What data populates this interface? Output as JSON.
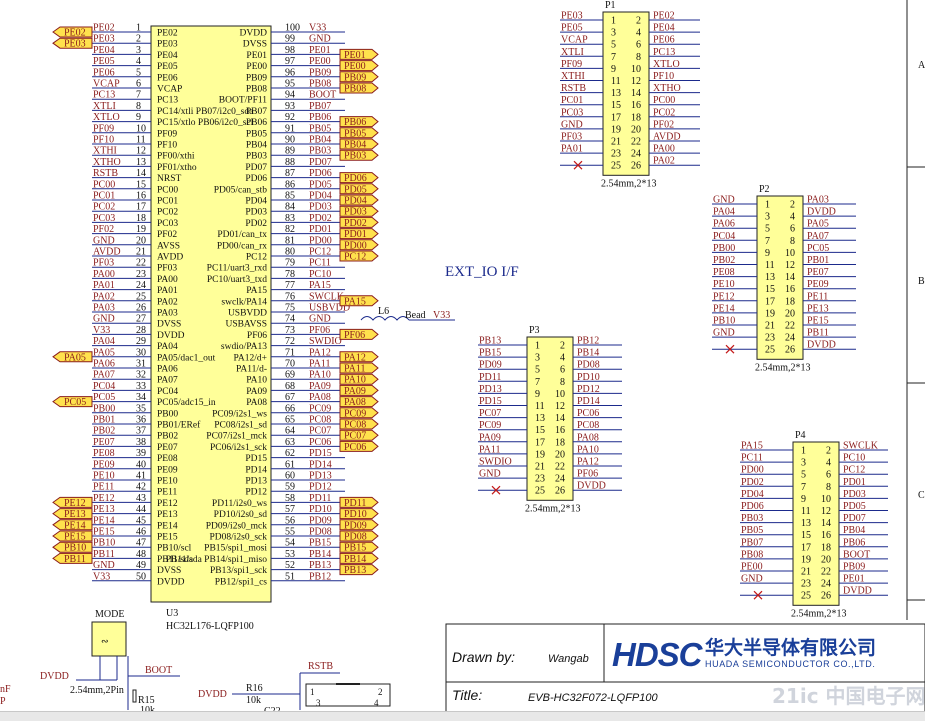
{
  "u3": {
    "ref": "U3",
    "part": "HC32L176-LQFP100",
    "left_pins": [
      [
        "PE02",
        "PE02"
      ],
      [
        "PE03",
        "PE03"
      ],
      [
        "PE04",
        "PE04"
      ],
      [
        "PE05",
        "PE05"
      ],
      [
        "PE06",
        "PE06"
      ],
      [
        "VCAP",
        "VCAP"
      ],
      [
        "PC13",
        "PC13"
      ],
      [
        "XTLI",
        "PC14/xtli  PB07/i2c0_sda"
      ],
      [
        "XTLO",
        "PC15/xtlo  PB06/i2c0_scl"
      ],
      [
        "PF09",
        "PF09"
      ],
      [
        "PF10",
        "PF10"
      ],
      [
        "XTHI",
        "PF00/xthi"
      ],
      [
        "XTHO",
        "PF01/xtho"
      ],
      [
        "RSTB",
        "NRST"
      ],
      [
        "PC00",
        "PC00"
      ],
      [
        "PC01",
        "PC01"
      ],
      [
        "PC02",
        "PC02"
      ],
      [
        "PC03",
        "PC03"
      ],
      [
        "PF02",
        "PF02"
      ],
      [
        "GND",
        "AVSS"
      ],
      [
        "AVDD",
        "AVDD"
      ],
      [
        "PF03",
        "PF03"
      ],
      [
        "PA00",
        "PA00"
      ],
      [
        "PA01",
        "PA01"
      ],
      [
        "PA02",
        "PA02"
      ],
      [
        "PA03",
        "PA03"
      ],
      [
        "GND",
        "DVSS"
      ],
      [
        "V33",
        "DVDD"
      ],
      [
        "PA04",
        "PA04"
      ],
      [
        "PA05",
        "PA05/dac1_out"
      ],
      [
        "PA06",
        "PA06"
      ],
      [
        "PA07",
        "PA07"
      ],
      [
        "PC04",
        "PC04"
      ],
      [
        "PC05",
        "PC05/adc15_in"
      ],
      [
        "PB00",
        "PB00"
      ],
      [
        "PB01",
        "PB01/ERef"
      ],
      [
        "PB02",
        "PB02"
      ],
      [
        "PE07",
        "PE07"
      ],
      [
        "PE08",
        "PE08"
      ],
      [
        "PE09",
        "PE09"
      ],
      [
        "PE10",
        "PE10"
      ],
      [
        "PE11",
        "PE11"
      ],
      [
        "PE12",
        "PE12"
      ],
      [
        "PE13",
        "PE13"
      ],
      [
        "PE14",
        "PE14"
      ],
      [
        "PE15",
        "PE15"
      ],
      [
        "PB10",
        "PB10/scl"
      ],
      [
        "PB11",
        "PB11/sda"
      ],
      [
        "GND",
        "DVSS"
      ],
      [
        "V33",
        "DVDD"
      ]
    ],
    "right_pins": [
      [
        "100",
        "V33",
        "DVDD"
      ],
      [
        "99",
        "GND",
        "DVSS"
      ],
      [
        "98",
        "PE01",
        "PE01"
      ],
      [
        "97",
        "PE00",
        "PE00"
      ],
      [
        "96",
        "PB09",
        "PB09"
      ],
      [
        "95",
        "PB08",
        "PB08"
      ],
      [
        "94",
        "BOOT",
        "BOOT/PF11"
      ],
      [
        "93",
        "PB07",
        "PB07"
      ],
      [
        "92",
        "PB06",
        "PB06"
      ],
      [
        "91",
        "PB05",
        "PB05"
      ],
      [
        "90",
        "PB04",
        "PB04"
      ],
      [
        "89",
        "PB03",
        "PB03"
      ],
      [
        "88",
        "PD07",
        "PD07"
      ],
      [
        "87",
        "PD06",
        "PD06"
      ],
      [
        "86",
        "PD05",
        "PD05/can_stb"
      ],
      [
        "85",
        "PD04",
        "PD04"
      ],
      [
        "84",
        "PD03",
        "PD03"
      ],
      [
        "83",
        "PD02",
        "PD02"
      ],
      [
        "82",
        "PD01",
        "PD01/can_tx"
      ],
      [
        "81",
        "PD00",
        "PD00/can_rx"
      ],
      [
        "80",
        "PC12",
        "PC12"
      ],
      [
        "79",
        "PC11",
        "PC11/uart3_rxd"
      ],
      [
        "78",
        "PC10",
        "PC10/uart3_txd"
      ],
      [
        "77",
        "PA15",
        "PA15"
      ],
      [
        "76",
        "SWCLK",
        "swclk/PA14"
      ],
      [
        "75",
        "USBVDD",
        "USBVDD"
      ],
      [
        "74",
        "GND",
        "USBAVSS"
      ],
      [
        "73",
        "PF06",
        "PF06"
      ],
      [
        "72",
        "SWDIO",
        "swdio/PA13"
      ],
      [
        "71",
        "PA12",
        "PA12/d+"
      ],
      [
        "70",
        "PA11",
        "PA11/d-"
      ],
      [
        "69",
        "PA10",
        "PA10"
      ],
      [
        "68",
        "PA09",
        "PA09"
      ],
      [
        "67",
        "PA08",
        "PA08"
      ],
      [
        "66",
        "PC09",
        "PC09/i2s1_ws"
      ],
      [
        "65",
        "PC08",
        "PC08/i2s1_sd"
      ],
      [
        "64",
        "PC07",
        "PC07/i2s1_mck"
      ],
      [
        "63",
        "PC06",
        "PC06/i2s1_sck"
      ],
      [
        "62",
        "PD15",
        "PD15"
      ],
      [
        "61",
        "PD14",
        "PD14"
      ],
      [
        "60",
        "PD13",
        "PD13"
      ],
      [
        "59",
        "PD12",
        "PD12"
      ],
      [
        "58",
        "PD11",
        "PD11/i2s0_ws"
      ],
      [
        "57",
        "PD10",
        "PD10/i2s0_sd"
      ],
      [
        "56",
        "PD09",
        "PD09/i2s0_mck"
      ],
      [
        "55",
        "PD08",
        "PD08/i2s0_sck"
      ],
      [
        "54",
        "PB15",
        "PB15/spi1_mosi"
      ],
      [
        "53",
        "PB14",
        "PB11/sda PB14/spi1_miso"
      ],
      [
        "52",
        "PB13",
        "PB13/spi1_sck"
      ],
      [
        "51",
        "PB12",
        "PB12/spi1_cs"
      ]
    ],
    "left_flags": [
      [
        "PE02",
        1
      ],
      [
        "PE03",
        2
      ],
      [
        "PA05",
        30
      ],
      [
        "PC05",
        34
      ],
      [
        "PE12",
        43
      ],
      [
        "PE13",
        44
      ],
      [
        "PE14",
        45
      ],
      [
        "PE15",
        46
      ],
      [
        "PB10",
        47
      ],
      [
        "PB11",
        48
      ]
    ],
    "right_flags": [
      [
        "PE01",
        98
      ],
      [
        "PE00",
        97
      ],
      [
        "PB09",
        96
      ],
      [
        "PB08",
        95
      ],
      [
        "PB06",
        92
      ],
      [
        "PB05",
        91
      ],
      [
        "PB04",
        90
      ],
      [
        "PB03",
        89
      ],
      [
        "PD06",
        87
      ],
      [
        "PD05",
        86
      ],
      [
        "PD04",
        85
      ],
      [
        "PD03",
        84
      ],
      [
        "PD02",
        83
      ],
      [
        "PD01",
        82
      ],
      [
        "PD00",
        81
      ],
      [
        "PC12",
        80
      ],
      [
        "PA15",
        76
      ],
      [
        "PF06",
        73
      ],
      [
        "PA12",
        71
      ],
      [
        "PA11",
        70
      ],
      [
        "PA10",
        69
      ],
      [
        "PA09",
        68
      ],
      [
        "PA08",
        67
      ],
      [
        "PC09",
        66
      ],
      [
        "PC08",
        65
      ],
      [
        "PC07",
        64
      ],
      [
        "PC06",
        63
      ],
      [
        "PD11",
        58
      ],
      [
        "PD10",
        57
      ],
      [
        "PD09",
        56
      ],
      [
        "PD08",
        55
      ],
      [
        "PB15",
        54
      ],
      [
        "PB14",
        53
      ],
      [
        "PB13",
        52
      ]
    ]
  },
  "bead": {
    "ref": "L6",
    "part": "Bead",
    "net": "V33"
  },
  "ext_io_title": "EXT_IO  I/F",
  "headers": [
    {
      "ref": "P1",
      "size": "2.54mm,2*13",
      "left": [
        "PE03",
        "PE05",
        "VCAP",
        "XTLI",
        "PF09",
        "XTHI",
        "RSTB",
        "PC01",
        "PC03",
        "GND",
        "PF03",
        "PA01",
        ""
      ],
      "right": [
        "PE02",
        "PE04",
        "PE06",
        "PC13",
        "XTLO",
        "PF10",
        "XTHO",
        "PC00",
        "PC02",
        "PF02",
        "AVDD",
        "PA00",
        "PA02"
      ]
    },
    {
      "ref": "P2",
      "size": "2.54mm,2*13",
      "left": [
        "GND",
        "PA04",
        "PA06",
        "PC04",
        "PB00",
        "PB02",
        "PE08",
        "PE10",
        "PE12",
        "PE14",
        "PB10",
        "GND",
        ""
      ],
      "right": [
        "PA03",
        "DVDD",
        "PA05",
        "PA07",
        "PC05",
        "PB01",
        "PE07",
        "PE09",
        "PE11",
        "PE13",
        "PE15",
        "PB11",
        "DVDD"
      ]
    },
    {
      "ref": "P3",
      "size": "2.54mm,2*13",
      "left": [
        "PB13",
        "PB15",
        "PD09",
        "PD11",
        "PD13",
        "PD15",
        "PC07",
        "PC09",
        "PA09",
        "PA11",
        "SWDIO",
        "GND",
        ""
      ],
      "right": [
        "PB12",
        "PB14",
        "PD08",
        "PD10",
        "PD12",
        "PD14",
        "PC06",
        "PC08",
        "PA08",
        "PA10",
        "PA12",
        "PF06",
        "DVDD"
      ]
    },
    {
      "ref": "P4",
      "size": "2.54mm,2*13",
      "left": [
        "PA15",
        "PC11",
        "PD00",
        "PD02",
        "PD04",
        "PD06",
        "PB03",
        "PB05",
        "PB07",
        "PB08",
        "PE00",
        "GND",
        ""
      ],
      "right": [
        "SWCLK",
        "PC10",
        "PC12",
        "PD01",
        "PD03",
        "PD05",
        "PD07",
        "PB04",
        "PB06",
        "BOOT",
        "PB09",
        "PE01",
        "DVDD"
      ]
    }
  ],
  "border_letters": [
    "A",
    "B",
    "C"
  ],
  "mode": {
    "label": "MODE",
    "size": "2.54mm,2Pin",
    "net_l": "DVDD",
    "net_r": "BOOT",
    "res": "R15",
    "res_val": "10k",
    "frag1": "nF",
    "frag2": "P"
  },
  "reset": {
    "net": "RSTB",
    "r_ref": "R16",
    "r_val": "10k",
    "supply": "DVDD",
    "cap": "C22"
  },
  "title_block": {
    "drawn_label": "Drawn by:",
    "drawn_value": "Wangab",
    "title_label": "Title:",
    "title_value": "EVB-HC32F072-LQFP100",
    "logo_mark": "HDSC",
    "company_cn": "华大半导体有限公司",
    "company_en": "HUADA SEMICONDUCTOR CO.,LTD.",
    "watermark": "21ic 中国电子网"
  },
  "colors": {
    "wire": "#1b2a8c",
    "net": "#8a1c1c",
    "flag": "#ffe14d",
    "body": "#ffff99",
    "logo": "#1a3f99"
  }
}
